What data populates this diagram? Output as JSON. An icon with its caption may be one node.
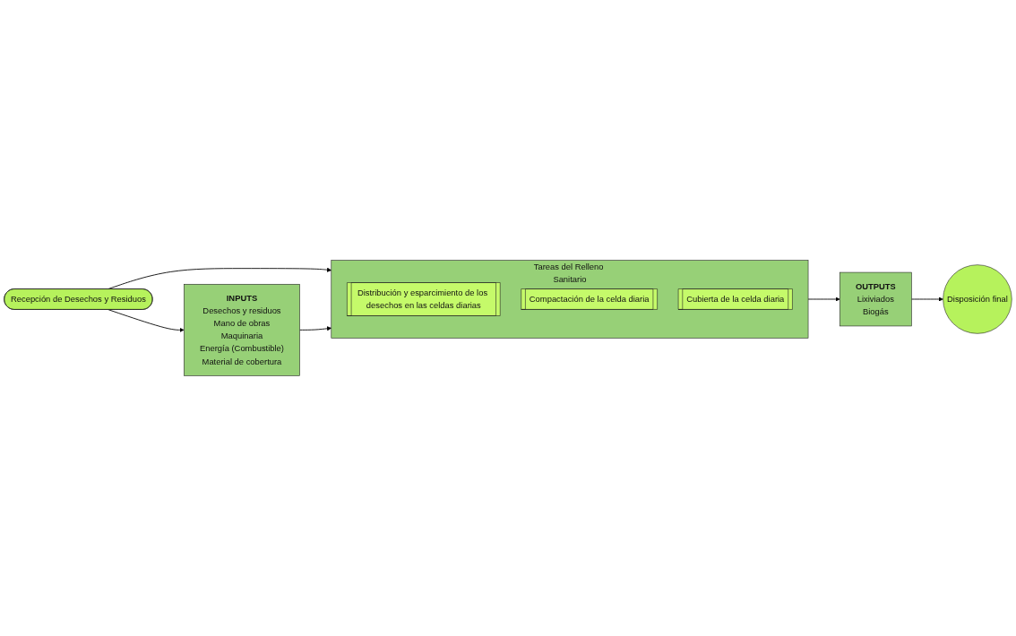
{
  "diagram": {
    "nodes": [
      {
        "text": [
          "Recepción de Desechos y Residuos"
        ]
      },
      {
        "text": [
          "INPUTS",
          "Desechos y residuos",
          "Mano de obras",
          "Maquinaria",
          "Energía (Combustible)",
          "Material de cobertura"
        ]
      },
      {
        "text": [
          "Tareas del Relleno Sanitario"
        ]
      },
      {
        "text": [
          "Distribución y esparcimiento de los desechos en las celdas diarias"
        ],
        "in": 2
      },
      {
        "text": [
          "Compactación de la celda diaria"
        ],
        "in": 2
      },
      {
        "text": [
          "Cubierta de la celda diaria"
        ],
        "in": 2
      },
      {
        "text": [
          "OUTPUTS",
          "Lixiviados",
          "Biogás"
        ]
      },
      {
        "text": [
          "Disposición final"
        ]
      }
    ],
    "edges": [
      {
        "from": 0,
        "to": 2,
        "arrow": "to"
      },
      {
        "from": 0,
        "to": 1,
        "arrow": "to"
      },
      {
        "from": 1,
        "to": 2,
        "arrow": "to"
      },
      {
        "from": 2,
        "to": 6,
        "arrow": "to"
      },
      {
        "from": 6,
        "to": 7,
        "arrow": "to"
      }
    ]
  }
}
